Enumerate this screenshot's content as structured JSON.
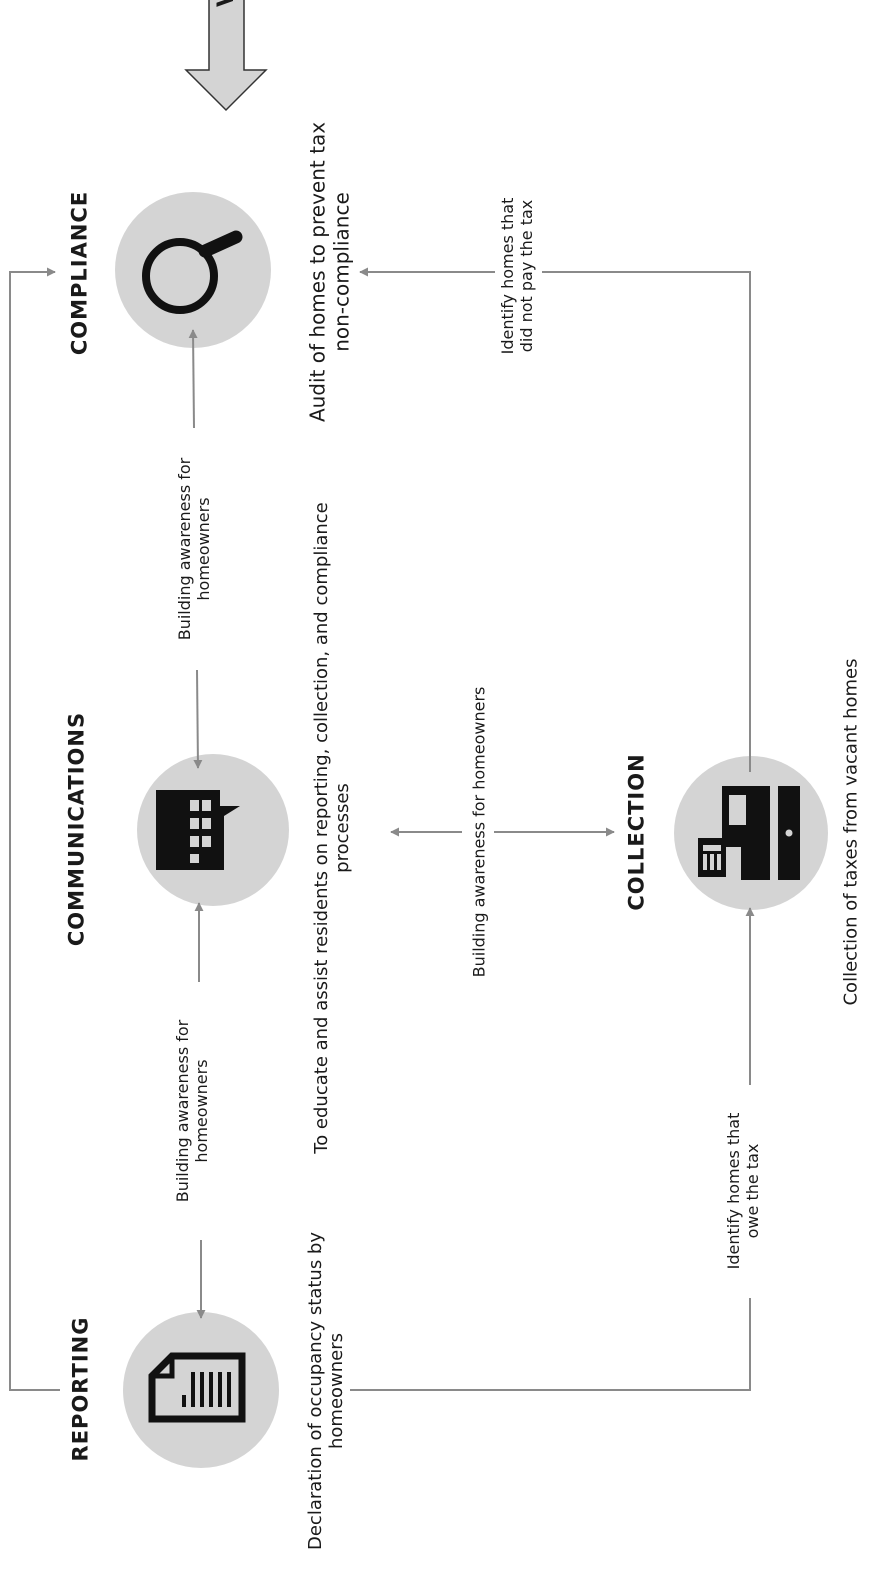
{
  "components": {
    "reporting": {
      "title": "REPORTING",
      "description": [
        "Declaration of occupancy status by",
        "homeowners"
      ],
      "icon": "document-icon"
    },
    "communications": {
      "title": "COMMUNICATIONS",
      "description": [
        "To educate and assist residents on reporting, collection, and compliance",
        "processes"
      ],
      "icon": "speech-bubble-icon"
    },
    "compliance": {
      "title": "COMPLIANCE",
      "description": [
        "Audit of homes to prevent tax",
        "non-compliance"
      ],
      "icon": "magnifying-glass-icon"
    },
    "collection": {
      "title": "COLLECTION",
      "description": [
        "Collection of taxes from vacant homes"
      ],
      "icon": "cash-register-icon"
    }
  },
  "edge_labels": {
    "reporting_communications": [
      "Building awareness for",
      "homeowners"
    ],
    "communications_compliance": [
      "Building awareness for",
      "homeowners"
    ],
    "communications_collection": [
      "Building awareness for homeowners"
    ],
    "reporting_collection": [
      "Identify homes that",
      "owe the tax"
    ],
    "collection_compliance": [
      "Identify homes that",
      "did not pay the tax"
    ]
  },
  "top_arrow_text": "V",
  "colors": {
    "circle_fill": "#d4d4d4",
    "line": "#8a8a8a",
    "icon": "#111111",
    "arrow_fill": "#d4d4d4",
    "arrow_stroke": "#333333"
  }
}
